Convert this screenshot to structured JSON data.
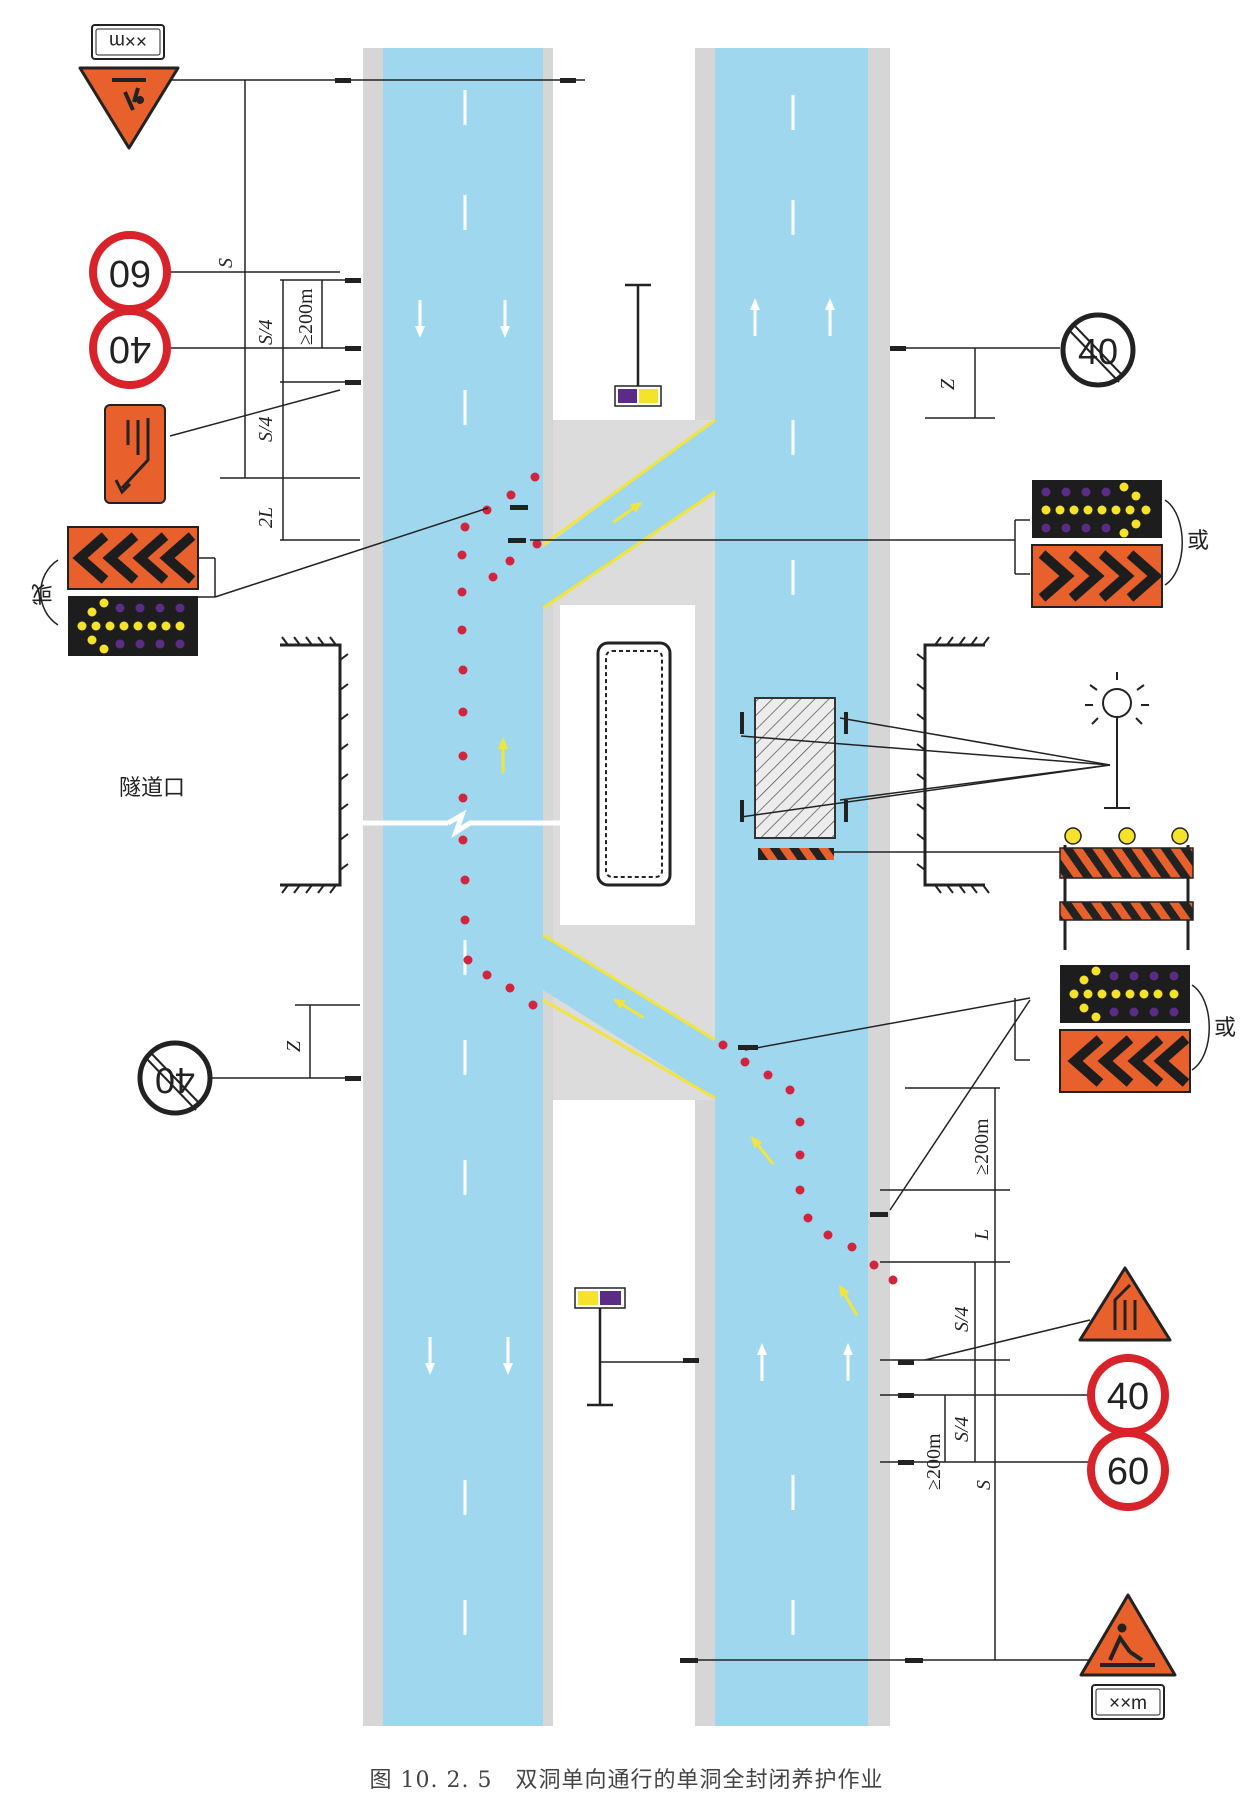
{
  "caption": "图 10. 2. 5　双洞单向通行的单洞全封闭养护作业",
  "labels": {
    "tunnel_mouth": "隧道口",
    "or": "或",
    "S": "S",
    "S4": "S/4",
    "ge200": "≥200m",
    "twoLs": "2L",
    "Ls": "L",
    "s_sub": "s",
    "Z": "Z",
    "dist": "××m"
  },
  "signs": {
    "speed60": "60",
    "speed40": "40",
    "end40": "40"
  },
  "colors": {
    "road": "#9fd8ee",
    "shoulder": "#d6d6d6",
    "median": "#dcdcdc",
    "yellow_line": "#f1e43c",
    "cone": "#d2243c",
    "sign_red": "#d8232a",
    "sign_orange": "#e8602c",
    "panel_black": "#1d1d1d"
  }
}
